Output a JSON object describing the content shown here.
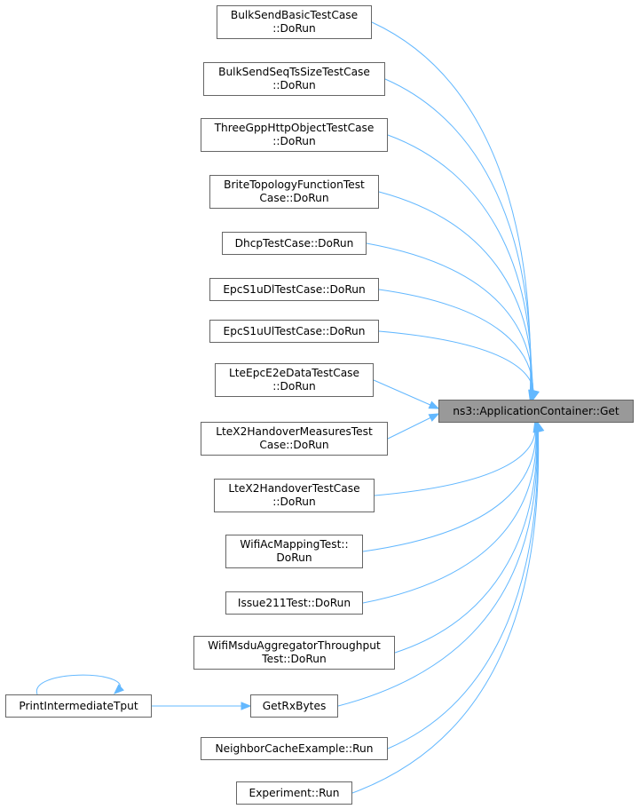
{
  "colors": {
    "edge": "#63b8ff",
    "target_fill": "#999999",
    "node_border": "#666666"
  },
  "target": {
    "id": "target",
    "lines": [
      "ns3::ApplicationContainer::Get"
    ]
  },
  "callers": [
    {
      "id": "bulksendbasic",
      "lines": [
        "BulkSendBasicTestCase",
        "::DoRun"
      ]
    },
    {
      "id": "bulksendseqts",
      "lines": [
        "BulkSendSeqTsSizeTestCase",
        "::DoRun"
      ]
    },
    {
      "id": "threegpphttp",
      "lines": [
        "ThreeGppHttpObjectTestCase",
        "::DoRun"
      ]
    },
    {
      "id": "britetopology",
      "lines": [
        "BriteTopologyFunctionTest",
        "Case::DoRun"
      ]
    },
    {
      "id": "dhcp",
      "lines": [
        "DhcpTestCase::DoRun"
      ]
    },
    {
      "id": "epcs1udl",
      "lines": [
        "EpcS1uDlTestCase::DoRun"
      ]
    },
    {
      "id": "epcs1uul",
      "lines": [
        "EpcS1uUlTestCase::DoRun"
      ]
    },
    {
      "id": "lteepce2e",
      "lines": [
        "LteEpcE2eDataTestCase",
        "::DoRun"
      ]
    },
    {
      "id": "ltex2measures",
      "lines": [
        "LteX2HandoverMeasuresTest",
        "Case::DoRun"
      ]
    },
    {
      "id": "ltex2handover",
      "lines": [
        "LteX2HandoverTestCase",
        "::DoRun"
      ]
    },
    {
      "id": "wifiacmapping",
      "lines": [
        "WifiAcMappingTest::",
        "DoRun"
      ]
    },
    {
      "id": "issue211",
      "lines": [
        "Issue211Test::DoRun"
      ]
    },
    {
      "id": "wifimsdu",
      "lines": [
        "WifiMsduAggregatorThroughput",
        "Test::DoRun"
      ]
    },
    {
      "id": "getrxbytes",
      "lines": [
        "GetRxBytes"
      ]
    },
    {
      "id": "neighborcache",
      "lines": [
        "NeighborCacheExample::Run"
      ]
    },
    {
      "id": "experiment",
      "lines": [
        "Experiment::Run"
      ]
    }
  ],
  "secondary": {
    "id": "printtput",
    "lines": [
      "PrintIntermediateTput"
    ]
  },
  "edges": [
    {
      "from": "bulksendbasic",
      "to": "target"
    },
    {
      "from": "bulksendseqts",
      "to": "target"
    },
    {
      "from": "threegpphttp",
      "to": "target"
    },
    {
      "from": "britetopology",
      "to": "target"
    },
    {
      "from": "dhcp",
      "to": "target"
    },
    {
      "from": "epcs1udl",
      "to": "target"
    },
    {
      "from": "epcs1uul",
      "to": "target"
    },
    {
      "from": "lteepce2e",
      "to": "target"
    },
    {
      "from": "ltex2measures",
      "to": "target"
    },
    {
      "from": "ltex2handover",
      "to": "target"
    },
    {
      "from": "wifiacmapping",
      "to": "target"
    },
    {
      "from": "issue211",
      "to": "target"
    },
    {
      "from": "wifimsdu",
      "to": "target"
    },
    {
      "from": "getrxbytes",
      "to": "target"
    },
    {
      "from": "neighborcache",
      "to": "target"
    },
    {
      "from": "experiment",
      "to": "target"
    },
    {
      "from": "printtput",
      "to": "getrxbytes"
    },
    {
      "from": "printtput",
      "to": "printtput"
    }
  ]
}
